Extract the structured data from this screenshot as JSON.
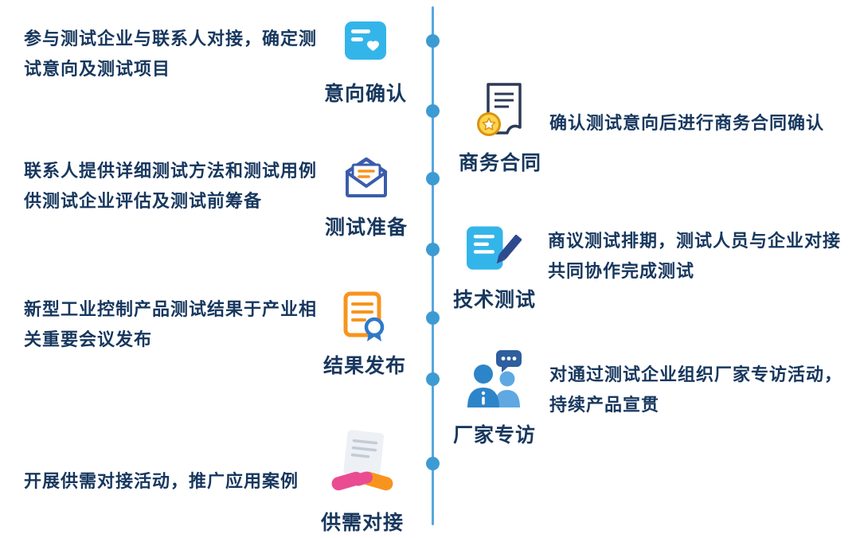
{
  "colors": {
    "text_navy": "#17375E",
    "timeline_line": "#58A6DC",
    "timeline_dot": "#3D9BD3",
    "cyan_icon": "#34B5EA",
    "orange_icon": "#F7941E",
    "navy_outline": "#2B3A55",
    "blue_badge": "#2E79C8",
    "gold_medal": "#FFD44F",
    "pink_hand": "#EA4C92",
    "person_blue_dark": "#2C85C8",
    "person_blue_light": "#5FA8E2",
    "bubble_navy": "#2E5F9E",
    "envelope_blue": "#3A5DAB"
  },
  "left_items": [
    {
      "label": "意向确认",
      "description": "参与测试企业与联系人对接，确定测试意向及测试项目",
      "icon": "card-heart-icon"
    },
    {
      "label": "测试准备",
      "description": "联系人提供详细测试方法和测试用例供测试企业评估及测试前筹备",
      "icon": "open-envelope-icon"
    },
    {
      "label": "结果发布",
      "description": "新型工业控制产品测试结果于产业相关重要会议发布",
      "icon": "report-award-icon"
    },
    {
      "label": "供需对接",
      "description": "开展供需对接活动，推广应用案例",
      "icon": "handshake-document-icon"
    }
  ],
  "right_items": [
    {
      "label": "商务合同",
      "description": "确认测试意向后进行商务合同确认",
      "icon": "contract-medal-icon"
    },
    {
      "label": "技术测试",
      "description": "商议测试排期，测试人员与企业对接共同协作完成测试",
      "icon": "document-pencil-icon"
    },
    {
      "label": "厂家专访",
      "description": "对通过测试企业组织厂家专访活动，持续产品宣贯",
      "icon": "people-interview-icon"
    }
  ]
}
